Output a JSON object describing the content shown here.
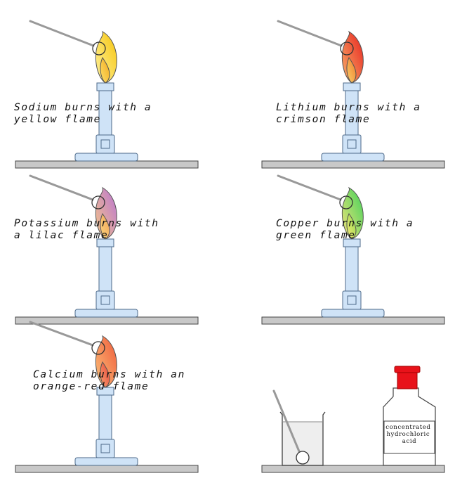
{
  "panels": [
    {
      "id": "sodium",
      "caption_lines": [
        "Sodium burns with a",
        "yellow flame"
      ],
      "flame_outer": [
        "#fff3a0",
        "#f6c40a"
      ],
      "flame_inner": [
        "#fde16a",
        "#f2a71b"
      ]
    },
    {
      "id": "lithium",
      "caption_lines": [
        "Lithium burns with a",
        "crimson flame"
      ],
      "flame_outer": [
        "#f7b16a",
        "#e8201e"
      ],
      "flame_inner": [
        "#fbd06a",
        "#ee7a2a"
      ]
    },
    {
      "id": "potassium",
      "caption_lines": [
        "Potassium burns with",
        "a lilac flame"
      ],
      "flame_outer": [
        "#f7c886",
        "#b872d4"
      ],
      "flame_inner": [
        "#fbd57c",
        "#f0a45a"
      ]
    },
    {
      "id": "copper",
      "caption_lines": [
        "Copper burns with a",
        "green flame"
      ],
      "flame_outer": [
        "#f5e47a",
        "#3ed15a"
      ],
      "flame_inner": [
        "#f8e978",
        "#8fd94d"
      ]
    },
    {
      "id": "calcium",
      "caption_lines": [
        "Calcium burns with an",
        "orange-red flame"
      ],
      "flame_outer": [
        "#fbc27a",
        "#ef5a3a"
      ],
      "flame_inner": [
        "#f7a070",
        "#e8463a"
      ]
    }
  ],
  "bottle_label": [
    "concentrated",
    "hydrochloric",
    "acid"
  ],
  "colors": {
    "burner_fill": "#cfe3f7",
    "burner_stroke": "#4d6a8a",
    "bench_fill": "#c8c8c8",
    "bench_stroke": "#444444",
    "wire": "#999999",
    "cap": "#e8121a",
    "beaker_fill": "#eeeeee"
  }
}
